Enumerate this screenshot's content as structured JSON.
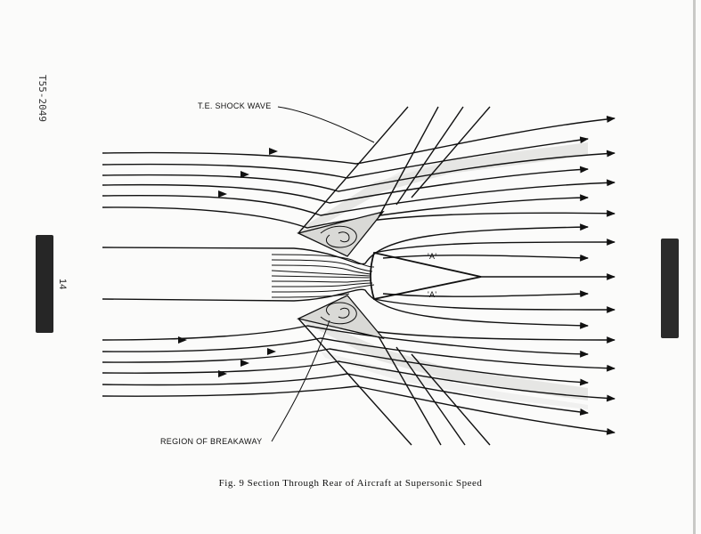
{
  "document": {
    "doc_number": "T55-2049",
    "page_number": "14"
  },
  "diagram": {
    "labels": {
      "shock_wave": "T.E. SHOCK WAVE",
      "region_of_breakaway": "REGION OF BREAKAWAY",
      "region_a_upper": "'A'",
      "region_a_lower": "'A'"
    },
    "caption": "Fig. 9 Section Through Rear of Aircraft at Supersonic Speed"
  }
}
